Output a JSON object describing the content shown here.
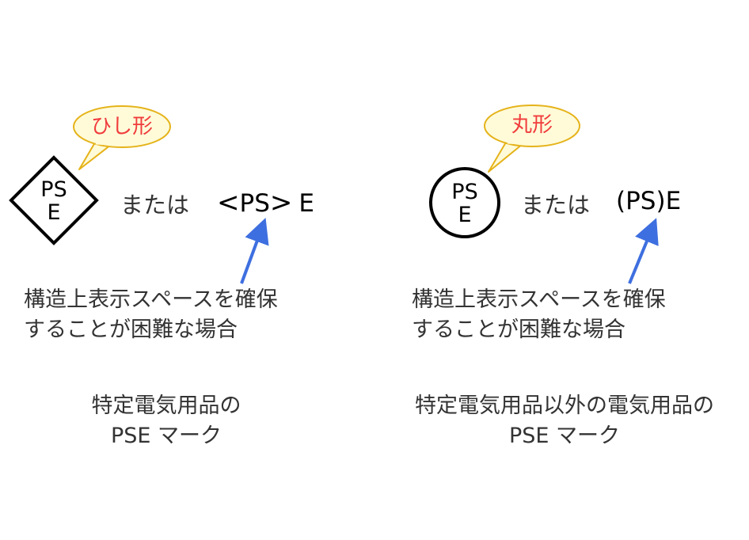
{
  "colors": {
    "bubble_fill": "#FFFBD9",
    "bubble_stroke": "#E5B31A",
    "bubble_text": "#F03C3C",
    "arrow": "#3E6FE0",
    "mark_stroke": "#000000",
    "text": "#333333"
  },
  "left_panel": {
    "bubble_label": "ひし形",
    "mark_shape": "diamond",
    "mark_line1": "PS",
    "mark_line2": "E",
    "or_text": "または",
    "alt_mark": "<PS> E",
    "alt_mark_open": "<",
    "alt_mark_ps": "PS",
    "alt_mark_close": ">",
    "alt_mark_e": "E",
    "note_line1": "構造上表示スペースを確保",
    "note_line2": "することが困難な場合",
    "caption_line1": "特定電気用品の",
    "caption_line2": "PSE マーク"
  },
  "right_panel": {
    "bubble_label": "丸形",
    "mark_shape": "circle",
    "mark_line1": "PS",
    "mark_line2": "E",
    "or_text": "または",
    "alt_mark": "(PS)E",
    "alt_mark_open": "(",
    "alt_mark_ps": "PS",
    "alt_mark_close": ")",
    "alt_mark_e": "E",
    "note_line1": "構造上表示スペースを確保",
    "note_line2": "することが困難な場合",
    "caption_line1": "特定電気用品以外の電気用品の",
    "caption_line2": "PSE マーク"
  }
}
